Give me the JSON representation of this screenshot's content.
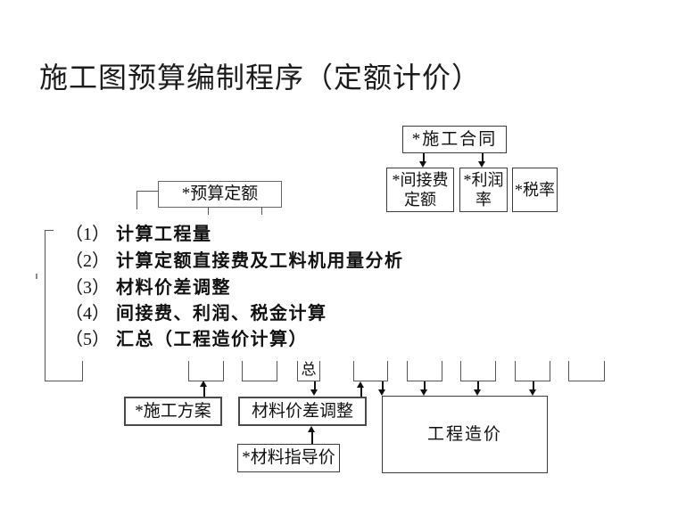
{
  "slide": {
    "title": "施工图预算编制程序（定额计价）"
  },
  "steps": [
    {
      "num": "（1）",
      "text": "计算工程量"
    },
    {
      "num": "（2）",
      "text": "计算定额直接费及工料机用量分析"
    },
    {
      "num": "（3）",
      "text": "材料价差调整"
    },
    {
      "num": "（4）",
      "text": "间接费、利润、税金计算"
    },
    {
      "num": "（5）",
      "text": "汇总（工程造价计算）"
    }
  ],
  "boxes": {
    "contract": "*施工合同",
    "indirect": {
      "line1": "*间接费",
      "line2": "定额"
    },
    "profit": {
      "line1": "*利润",
      "line2": "率"
    },
    "tax": "*税率",
    "budget": "*预算定额",
    "plan": "*施工方案",
    "adjust": "材料价差调整",
    "guide": "*材料指导价",
    "cost": "工程造价",
    "total_label": "总"
  },
  "colors": {
    "background": "#ffffff",
    "ink": "#111111",
    "connector": "#555555"
  }
}
